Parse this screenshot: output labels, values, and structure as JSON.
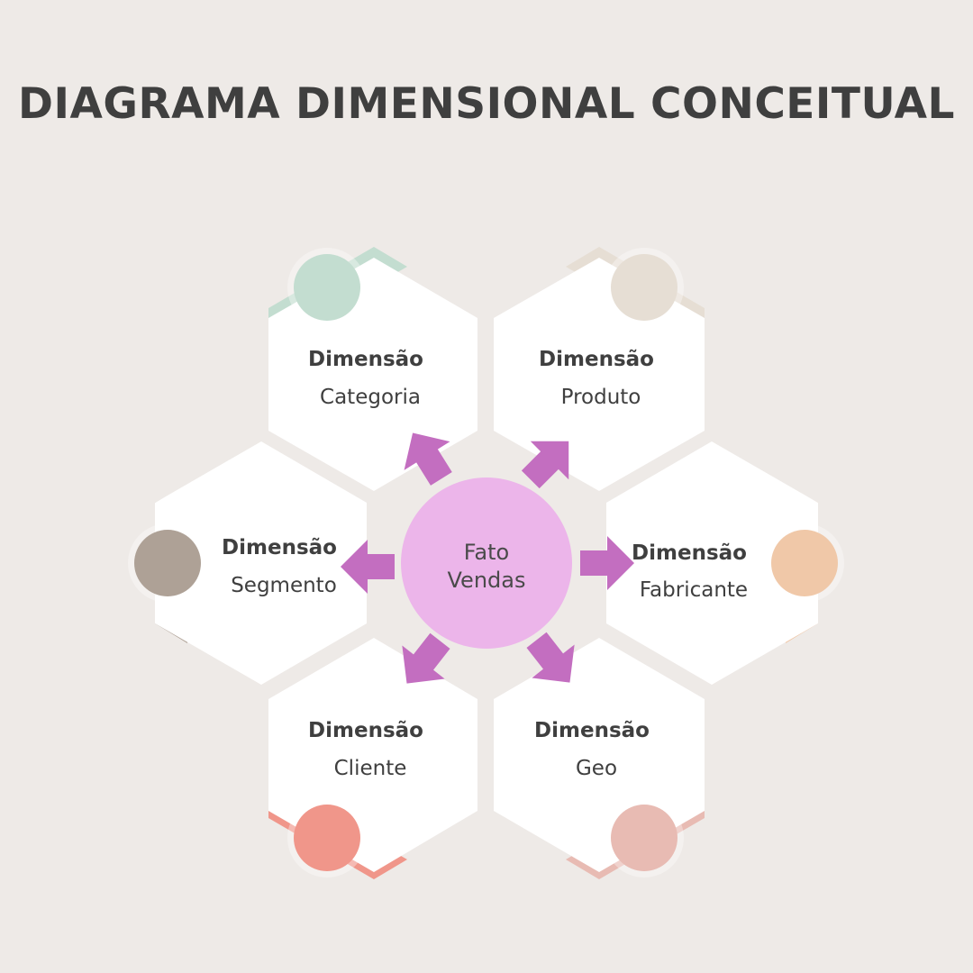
{
  "title": "DIAGRAMA DIMENSIONAL CONCEITUAL",
  "center": {
    "line1": "Fato",
    "line2": "Vendas",
    "color": "#ECB5EA"
  },
  "arrow_color": "#C36EC0",
  "dimensions": [
    {
      "key": "categoria",
      "heading": "Dimensão",
      "name": "Categoria",
      "accent": "#C3DDD0"
    },
    {
      "key": "produto",
      "heading": "Dimensão",
      "name": "Produto",
      "accent": "#E6DED4"
    },
    {
      "key": "fabricante",
      "heading": "Dimensão",
      "name": "Fabricante",
      "accent": "#F0C8A8"
    },
    {
      "key": "geo",
      "heading": "Dimensão",
      "name": "Geo",
      "accent": "#E8BBB3"
    },
    {
      "key": "cliente",
      "heading": "Dimensão",
      "name": "Cliente",
      "accent": "#F0968A"
    },
    {
      "key": "segmento",
      "heading": "Dimensão",
      "name": "Segmento",
      "accent": "#AEA196"
    }
  ]
}
